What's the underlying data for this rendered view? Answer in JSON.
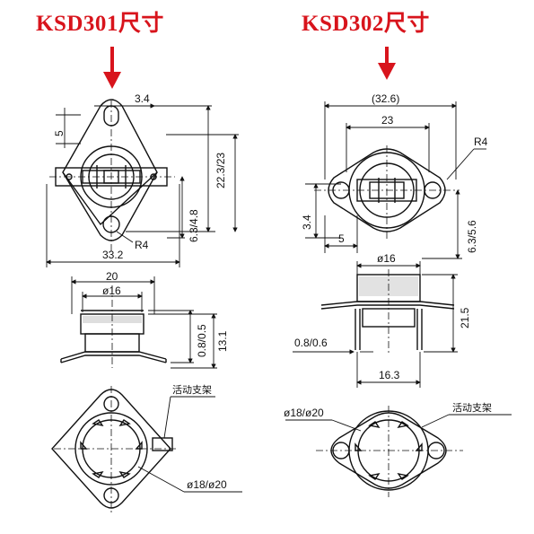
{
  "titles": {
    "left": "KSD301尺寸",
    "right": "KSD302尺寸"
  },
  "ksd301": {
    "dims": {
      "d_3_4": "3.4",
      "d_5": "5",
      "d_22_3_23": "22.3/23",
      "d_6_3_4_8": "6.3/4.8",
      "d_33_2": "33.2",
      "r4": "R4",
      "d_20": "20",
      "d_phi16": "ø16",
      "d_0_8_0_5": "0.8/0.5",
      "d_13_1": "13.1",
      "phi18_20": "ø18/ø20"
    },
    "labels": {
      "movable_bracket": "活动支架"
    }
  },
  "ksd302": {
    "dims": {
      "d_32_6": "(32.6)",
      "d_23": "23",
      "r4": "R4",
      "d_3_4": "3.4",
      "d_5": "5",
      "d_6_3_5_6": "6.3/5.6",
      "d_phi16": "ø16",
      "d_21_5": "21.5",
      "d_0_8_0_6": "0.8/0.6",
      "d_16_3": "16.3",
      "phi18_20": "ø18/ø20"
    },
    "labels": {
      "movable_bracket": "活动支架"
    }
  },
  "colors": {
    "accent_red": "#d8141c",
    "line": "#111111"
  }
}
